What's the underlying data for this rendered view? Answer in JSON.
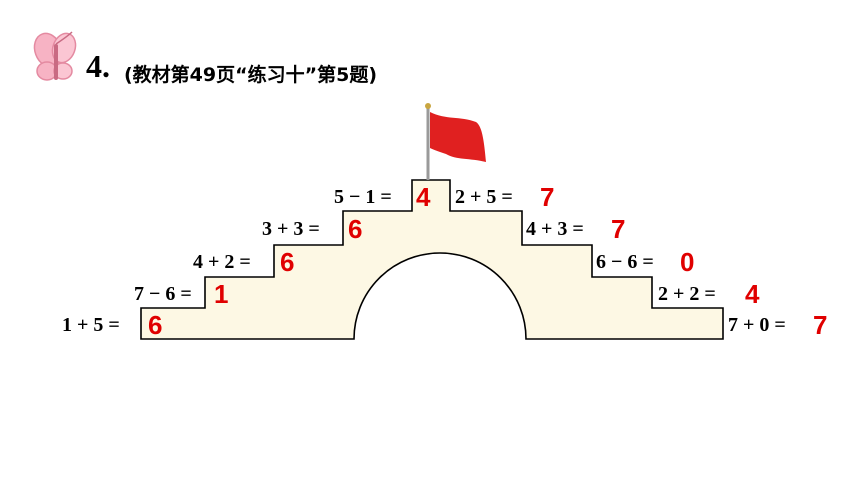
{
  "header": {
    "number": "4.",
    "source_text": "(教材第49页“练习十”第5题)"
  },
  "colors": {
    "answer": "#e00000",
    "bridge_fill": "#fdf8e4",
    "flag": "#e02020",
    "butterfly": "#f4a6b8"
  },
  "icons": {
    "butterfly": "butterfly-icon",
    "flag": "flag-icon"
  },
  "left_steps": [
    {
      "equation": "1 + 5 =",
      "answer": "6"
    },
    {
      "equation": "7 − 6 =",
      "answer": "1"
    },
    {
      "equation": "4 + 2 =",
      "answer": "6"
    },
    {
      "equation": "3 + 3 =",
      "answer": "6"
    },
    {
      "equation": "5 − 1 =",
      "answer": "4"
    }
  ],
  "right_steps": [
    {
      "equation": "2 + 5 =",
      "answer": "7"
    },
    {
      "equation": "4 + 3 =",
      "answer": "7"
    },
    {
      "equation": "6 − 6 =",
      "answer": "0"
    },
    {
      "equation": "2 + 2 =",
      "answer": "4"
    },
    {
      "equation": "7 + 0 =",
      "answer": "7"
    }
  ]
}
